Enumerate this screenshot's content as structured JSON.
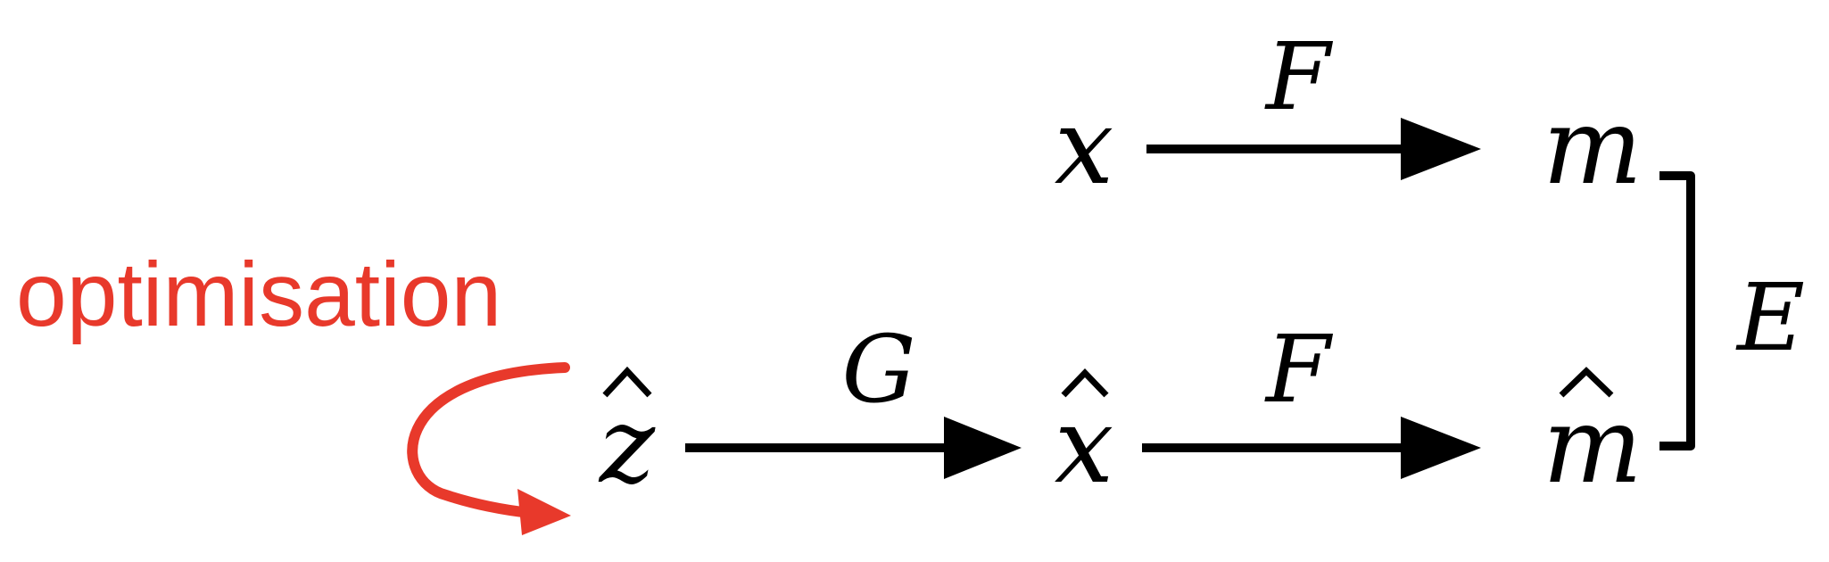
{
  "diagram": {
    "nodes": {
      "x": "x",
      "m": "m",
      "z_hat": "z",
      "x_hat": "x",
      "m_hat": "m"
    },
    "edges": {
      "x_to_m": "F",
      "z_hat_to_x_hat": "G",
      "x_hat_to_m_hat": "F",
      "m_to_m_hat": "E"
    },
    "annotation": {
      "text": "optimisation",
      "color": "#e8392b"
    },
    "colors": {
      "ink": "#000000",
      "accent": "#e8392b"
    }
  }
}
